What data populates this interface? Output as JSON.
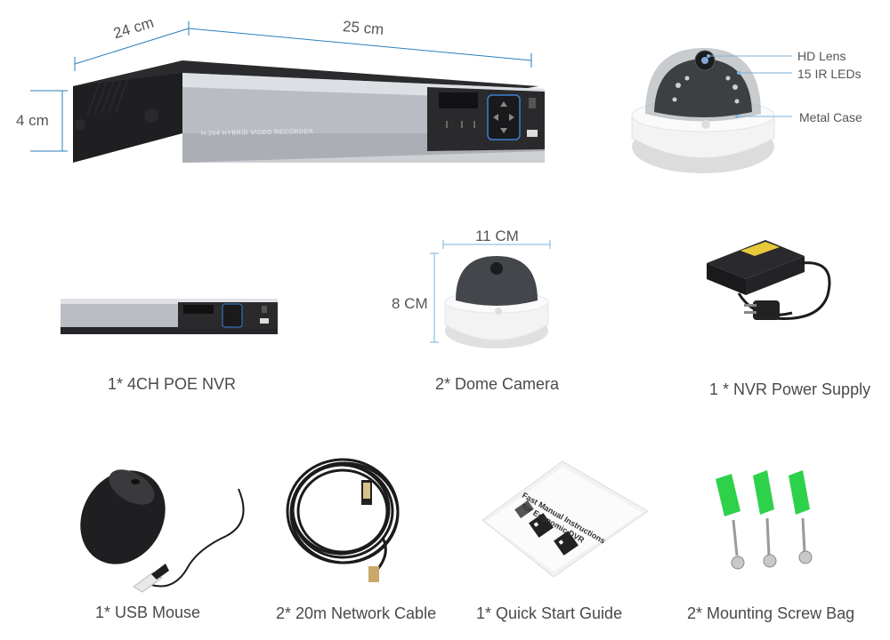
{
  "dimensions": {
    "nvr_depth": "24 cm",
    "nvr_width": "25 cm",
    "nvr_height": "4 cm",
    "cam_width": "11 CM",
    "cam_height": "8 CM"
  },
  "nvr_faceplate_text": "H.264 HYBRID VIDEO RECORDER",
  "callouts": {
    "hd_lens": "HD Lens",
    "ir_leds": "15 IR LEDs",
    "metal_case": "Metal  Case"
  },
  "guide_cover": {
    "line1": "Fast Manual Instructions",
    "line2": "for Economic DVR"
  },
  "items": {
    "nvr": "1* 4CH POE NVR",
    "dome_camera": "2* Dome Camera",
    "power_supply": "1 * NVR Power Supply",
    "usb_mouse": "1* USB Mouse",
    "network_cable": "2* 20m Network Cable",
    "quick_start_guide": "1* Quick Start Guide",
    "screw_bag": "2* Mounting Screw Bag"
  },
  "colors": {
    "accent_blue": "#2a7fb8",
    "anchor_green": "#2ed14a"
  }
}
